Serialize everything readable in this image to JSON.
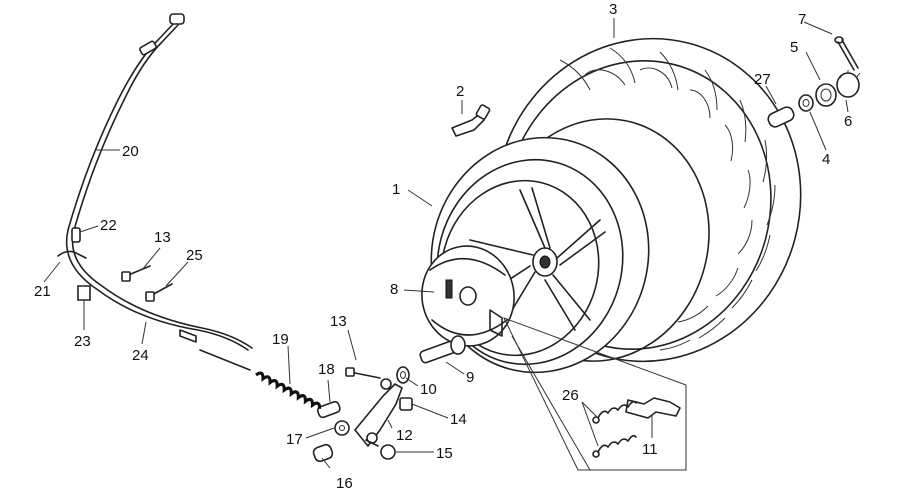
{
  "labels": {
    "p1": "1",
    "p2": "2",
    "p3": "3",
    "p4": "4",
    "p5": "5",
    "p6": "6",
    "p7": "7",
    "p8": "8",
    "p9": "9",
    "p10": "10",
    "p11": "11",
    "p12": "12",
    "p13a": "13",
    "p13b": "13",
    "p14": "14",
    "p15": "15",
    "p16": "16",
    "p17": "17",
    "p18": "18",
    "p19": "19",
    "p20": "20",
    "p21": "21",
    "p22": "22",
    "p23": "23",
    "p24": "24",
    "p25": "25",
    "p26": "26",
    "p27": "27"
  }
}
